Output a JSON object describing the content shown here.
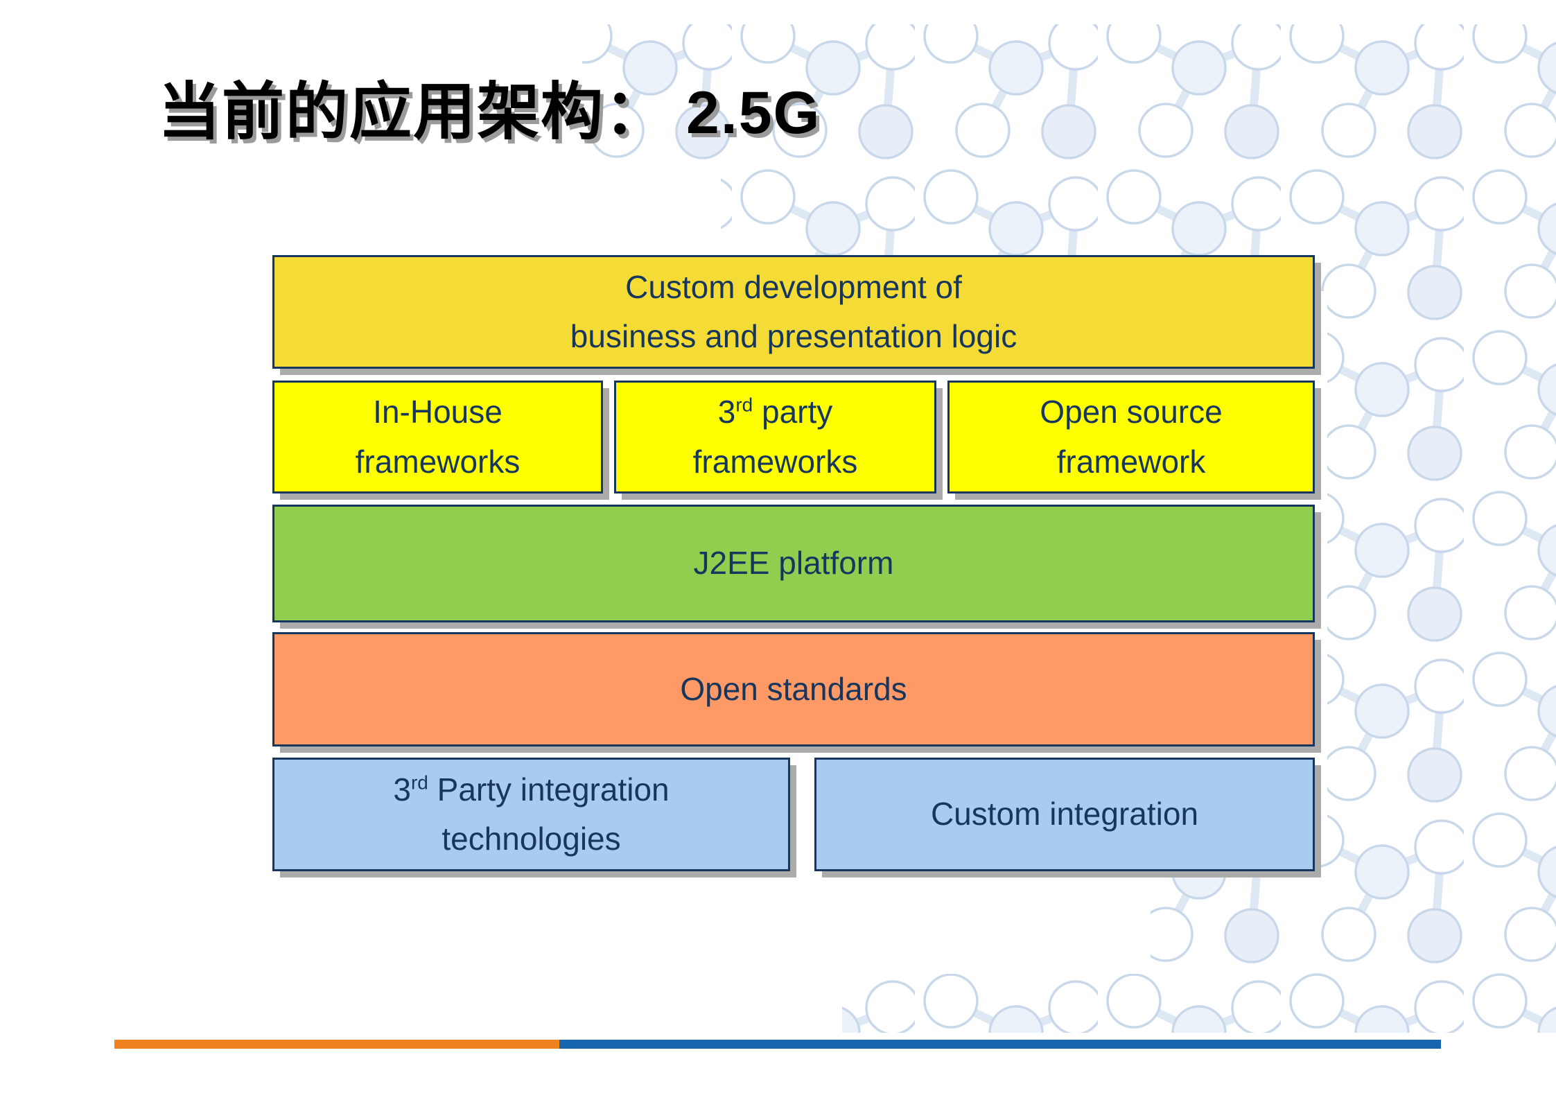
{
  "title": {
    "zh": "当前的应用架构：",
    "en": "2.5G"
  },
  "diagram": {
    "custom_dev": {
      "line1": "Custom development of",
      "line2": "business and presentation logic",
      "color": "#F5DB35"
    },
    "inhouse": {
      "line1": "In-House",
      "line2": "frameworks",
      "color": "#FFFF00"
    },
    "party3": {
      "num": "3",
      "sup": "rd",
      "rest": " party",
      "line2": "frameworks",
      "color": "#FFFF00"
    },
    "opensource": {
      "line1": "Open source",
      "line2": "framework",
      "color": "#FFFF00"
    },
    "j2ee": {
      "label": "J2EE platform",
      "color": "#90CE50"
    },
    "standards": {
      "label": "Open standards",
      "color": "#FF9966"
    },
    "integration3": {
      "num": "3",
      "sup": "rd",
      "rest": " Party integration",
      "line2": "technologies",
      "color": "#A8CCF0"
    },
    "custom_int": {
      "label": "Custom integration",
      "color": "#A8CCF0"
    }
  },
  "colors": {
    "box_border": "#17365D",
    "box_text": "#17365D",
    "shadow": "#ABABAB",
    "footer_orange": "#F0831F",
    "footer_blue": "#1566AF",
    "pattern_stroke": "#C9D7EA",
    "pattern_bond": "#DEE8F4",
    "pattern_fill_light": "#ECF2F9"
  }
}
